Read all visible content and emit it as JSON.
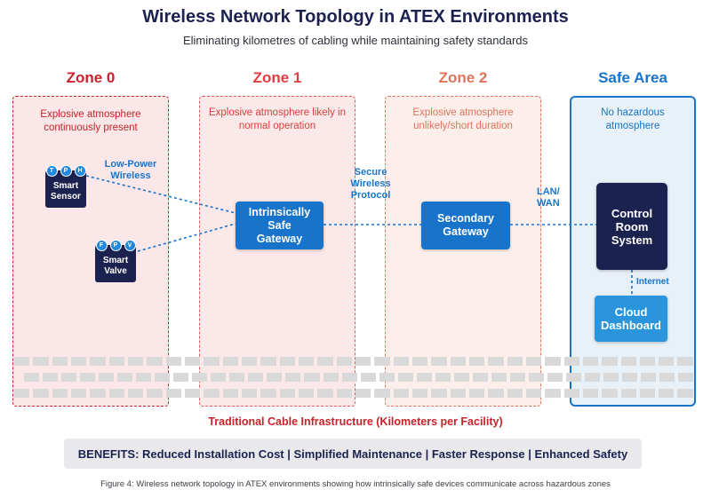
{
  "header": {
    "title": "Wireless Network Topology in ATEX Environments",
    "subtitle": "Eliminating kilometres of cabling while maintaining safety standards"
  },
  "zones": [
    {
      "name": "Zone 0",
      "description": "Explosive atmosphere continuously present",
      "color": "#c8222a"
    },
    {
      "name": "Zone 1",
      "description": "Explosive atmosphere likely in normal operation",
      "color": "#e03e3e"
    },
    {
      "name": "Zone 2",
      "description": "Explosive atmosphere unlikely/short duration",
      "color": "#e0735a"
    },
    {
      "name": "Safe Area",
      "description": "No hazardous atmosphere",
      "color": "#1874cb"
    }
  ],
  "devices": {
    "smart_sensor": {
      "label_line1": "Smart",
      "label_line2": "Sensor",
      "badges": [
        "T",
        "P",
        "H"
      ]
    },
    "smart_valve": {
      "label_line1": "Smart",
      "label_line2": "Valve",
      "badges": [
        "F",
        "P",
        "V"
      ]
    }
  },
  "nodes": {
    "is_gateway": {
      "line1": "Intrinsically",
      "line2": "Safe",
      "line3": "Gateway"
    },
    "secondary_gateway": {
      "line1": "Secondary",
      "line2": "Gateway"
    },
    "control_room": {
      "line1": "Control",
      "line2": "Room",
      "line3": "System"
    },
    "cloud_dashboard": {
      "line1": "Cloud",
      "line2": "Dashboard"
    }
  },
  "link_labels": {
    "low_power_line1": "Low-Power",
    "low_power_line2": "Wireless",
    "secure_line1": "Secure",
    "secure_line2": "Wireless",
    "secure_line3": "Protocol",
    "lan_line1": "LAN/",
    "lan_line2": "WAN",
    "internet": "Internet"
  },
  "cable_label": "Traditional Cable Infrastructure (Kilometers per Facility)",
  "benefits": "BENEFITS: Reduced Installation Cost | Simplified Maintenance | Faster Response | Enhanced Safety",
  "caption": "Figure 4: Wireless network topology in ATEX environments showing how intrinsically safe devices communicate across hazardous zones",
  "colors": {
    "navy": "#1c2250",
    "blue": "#1874cb",
    "cloud_blue": "#2a95dc",
    "zone0_fill": "#fbe7e7",
    "zone1_fill": "#fbe8e8",
    "zone2_fill": "#fcefeb",
    "safe_fill": "#e8f0f8"
  }
}
